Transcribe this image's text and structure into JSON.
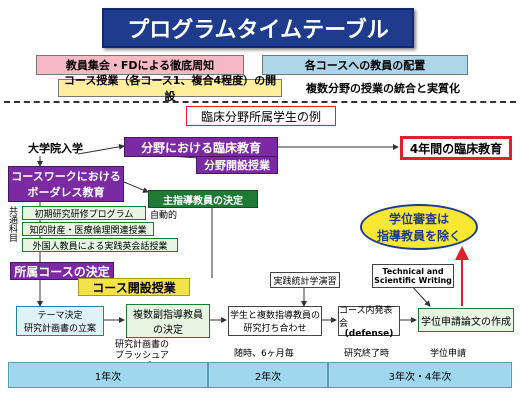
{
  "title": "プログラムタイムテーブル",
  "header": {
    "faculty_gathering": "教員集会・FDによる徹底周知",
    "teacher_allocation": "各コースへの教員の配置",
    "course_lectures": "コース授業（各コース1、複合4程度）の開設",
    "integration": "複数分野の授業の統合と実質化"
  },
  "example_label": "臨床分野所属学生の例",
  "nodes": {
    "admission": "大学院入学",
    "clinical_education": "分野における臨床教育",
    "four_year_clinical": "4年間の臨床教育",
    "field_courses": "分野開設授業",
    "borderless_line1": "コースワークにおける",
    "borderless_line2": "ボーダレス教育",
    "common_subjects": "共通科目",
    "main_advisor": "主指導教員の決定",
    "self_directed": "自動的",
    "common_list": [
      "初期研究研修プログラム",
      "知的財産・医療倫理関連授業",
      "外国人教員による実践英会話授業"
    ],
    "course_decision": "所属コースの決定",
    "course_lectures": "コース開設授業",
    "theme_decision_line1": "テーマ決定",
    "theme_decision_line2": "研究計画書の立案",
    "multi_advisor_line1": "複数副指導教員",
    "multi_advisor_line2": "の決定",
    "practice_stats": "実践統計学演習",
    "meeting_line1": "学生と複数指導教員の",
    "meeting_line2": "研究打ち合わせ",
    "course_presentation_line1": "コース内発表会",
    "course_presentation_line2": "(defense)",
    "technical_writing_line1": "Technical and",
    "technical_writing_line2": "Scientific Writing",
    "thesis_creation": "学位申請論文の作成",
    "degree_review_line1": "学位審査は",
    "degree_review_line2": "指導教員を除く"
  },
  "notes": {
    "plan_brushup_line1": "研究計画書の",
    "plan_brushup_line2": "ブラッシュアップ",
    "as_needed": "随時、6ヶ月毎",
    "research_end": "研究終了時",
    "degree_application": "学位申請"
  },
  "years": [
    "1年次",
    "2年次",
    "3年次・4年次"
  ]
}
